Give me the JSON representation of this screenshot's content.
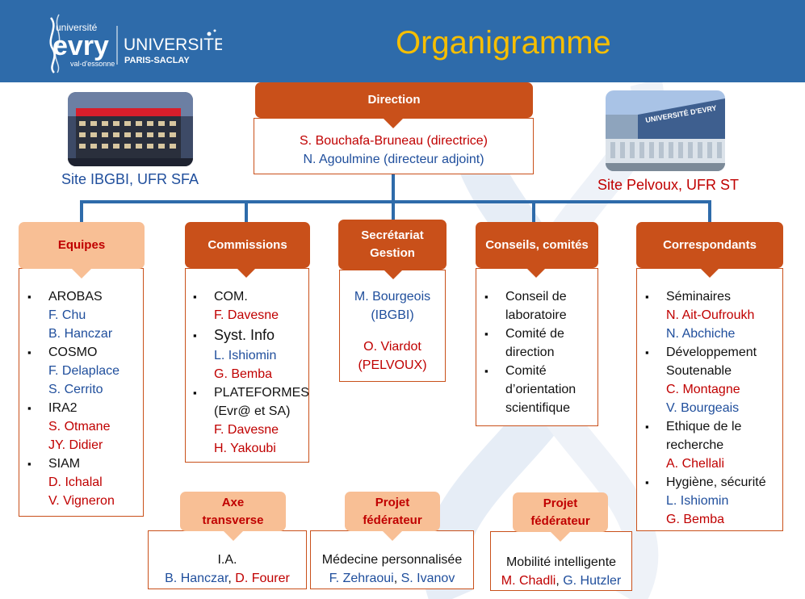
{
  "header": {
    "title": "Organigramme",
    "logo_left_line1": "université",
    "logo_left_line2": "evry",
    "logo_left_line3": "val-d'essonne",
    "logo_right_line1": "UNIVERSITE",
    "logo_right_line2": "PARIS-SACLAY"
  },
  "photos": {
    "left_caption": "Site IBGBI, UFR SFA",
    "right_caption": "Site Pelvoux, UFR ST",
    "right_sign": "UNIVERSITÉ D'EVRY"
  },
  "direction": {
    "title": "Direction",
    "line1": "S. Bouchafa-Bruneau (directrice)",
    "line2": "N. Agoulmine (directeur adjoint)"
  },
  "equipes": {
    "title": "Equipes",
    "groups": [
      {
        "name": "AROBAS",
        "people": [
          "F. Chu",
          "B. Hanczar"
        ]
      },
      {
        "name": "COSMO",
        "people": [
          "F. Delaplace",
          "S. Cerrito"
        ]
      },
      {
        "name": "IRA2",
        "people": [
          "S. Otmane",
          "JY. Didier"
        ]
      },
      {
        "name": "SIAM",
        "people": [
          "D. Ichalal",
          "V. Vigneron"
        ]
      }
    ]
  },
  "commissions": {
    "title": "Commissions",
    "groups": [
      {
        "name": "COM.",
        "people": [
          "F. Davesne"
        ]
      },
      {
        "name": "Syst. Info",
        "people": [
          "L. Ishiomin",
          "G. Bemba"
        ]
      },
      {
        "name": "PLATEFORMES",
        "name2": "(Evr@ et SA)",
        "people": [
          "F. Davesne",
          "H. Yakoubi"
        ]
      }
    ]
  },
  "secretariat": {
    "title_line1": "Secrétariat",
    "title_line2": "Gestion",
    "entry1_name": "M. Bourgeois",
    "entry1_site": "(IBGBI)",
    "entry2_name": "O. Viardot",
    "entry2_site": "(PELVOUX)"
  },
  "conseils": {
    "title": "Conseils, comités",
    "items": [
      {
        "line1": "Conseil de",
        "line2": "laboratoire"
      },
      {
        "line1": "Comité de",
        "line2": "direction"
      },
      {
        "line1": "Comité",
        "line2": "d’orientation",
        "line3": "scientifique"
      }
    ]
  },
  "correspondants": {
    "title": "Correspondants",
    "groups": [
      {
        "name": "Séminaires",
        "people": [
          "N. Ait-Oufroukh",
          "N. Abchiche"
        ]
      },
      {
        "name": "Développement",
        "name2": "Soutenable",
        "people": [
          "C. Montagne",
          "V. Bourgeais"
        ]
      },
      {
        "name": "Ethique de le",
        "name2": "recherche",
        "people": [
          "A. Chellali"
        ]
      },
      {
        "name": "Hygiène, sécurité",
        "people": [
          "L. Ishiomin",
          "G. Bemba"
        ]
      }
    ]
  },
  "axe": {
    "title_line1": "Axe",
    "title_line2": "transverse",
    "topic": "I.A.",
    "person1": "B. Hanczar",
    "sep": ", ",
    "person2": "D. Fourer"
  },
  "projet1": {
    "title_line1": "Projet",
    "title_line2": "fédérateur",
    "topic": "Médecine personnalisée",
    "person1": "F. Zehraoui",
    "sep": ", ",
    "person2": "S. Ivanov"
  },
  "projet2": {
    "title_line1": "Projet",
    "title_line2": "fédérateur",
    "topic": "Mobilité intelligente",
    "person1": "M. Chadli",
    "sep": ", ",
    "person2": "G. Hutzler"
  },
  "colors": {
    "banner": "#2e6baa",
    "title": "#f6be00",
    "header_dark": "#c9501a",
    "header_light": "#f8bf95",
    "name_blue": "#1f4e9c",
    "name_red": "#c00000"
  }
}
